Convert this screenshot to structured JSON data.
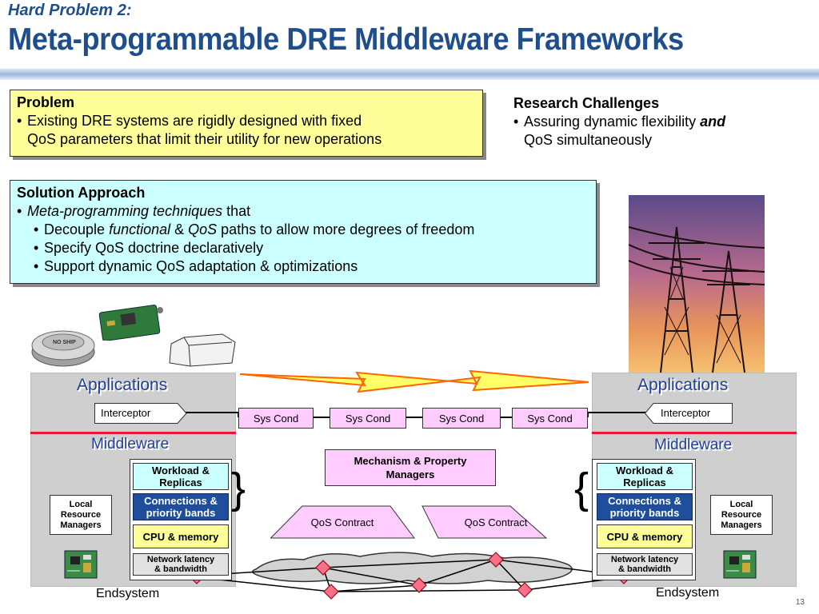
{
  "header": {
    "kicker": "Hard Problem 2:",
    "title": "Meta-programmable DRE Middleware Frameworks"
  },
  "problem": {
    "heading": "Problem",
    "bullet_line1": "Existing DRE systems are rigidly designed with fixed",
    "bullet_line2": "QoS parameters that limit their utility for new operations"
  },
  "research": {
    "heading": "Research Challenges",
    "bullet_pre": "Assuring dynamic flexibility ",
    "bullet_em": "and",
    "bullet_line2": "QoS simultaneously"
  },
  "solution": {
    "heading": "Solution Approach",
    "b1_em": "Meta-programming techniques",
    "b1_rest": " that",
    "s1_a": "Decouple ",
    "s1_em1": "functional",
    "s1_b": " & ",
    "s1_em2": "QoS",
    "s1_c": " paths to allow more degrees of freedom",
    "s2": "Specify QoS doctrine declaratively",
    "s3": "Support dynamic QoS adaptation & optimizations"
  },
  "diagram": {
    "applications": "Applications",
    "middleware": "Middleware",
    "interceptor": "Interceptor",
    "sys_cond": [
      "Sys Cond",
      "Sys Cond",
      "Sys Cond",
      "Sys Cond"
    ],
    "mechanism_line1": "Mechanism & Property",
    "mechanism_line2": "Managers",
    "qos_contract": [
      "QoS Contract",
      "QoS Contract"
    ],
    "workload_line1": "Workload &",
    "workload_line2": "Replicas",
    "connections_line1": "Connections &",
    "connections_line2": "priority bands",
    "cpu": "CPU & memory",
    "network_line1": "Network latency",
    "network_line2": "& bandwidth",
    "local_line1": "Local",
    "local_line2": "Resource",
    "local_line3": "Managers",
    "endsystem": "Endsystem",
    "device_label": "NO SHIP"
  },
  "page_number": "13",
  "colors": {
    "title_blue": "#1f4e8c",
    "problem_bg": "#ffff99",
    "solution_bg": "#ccffff",
    "sys_cond_bg": "#ffccff",
    "red_line": "#e8183a",
    "bolt_yellow": "#ffff66",
    "bolt_orange": "#ff6600"
  },
  "icons": [
    "lightning-bolt-icon",
    "power-towers-image",
    "sensor-device-icon",
    "circuit-board-icon",
    "network-cloud-icon",
    "router-diamond-icon"
  ]
}
